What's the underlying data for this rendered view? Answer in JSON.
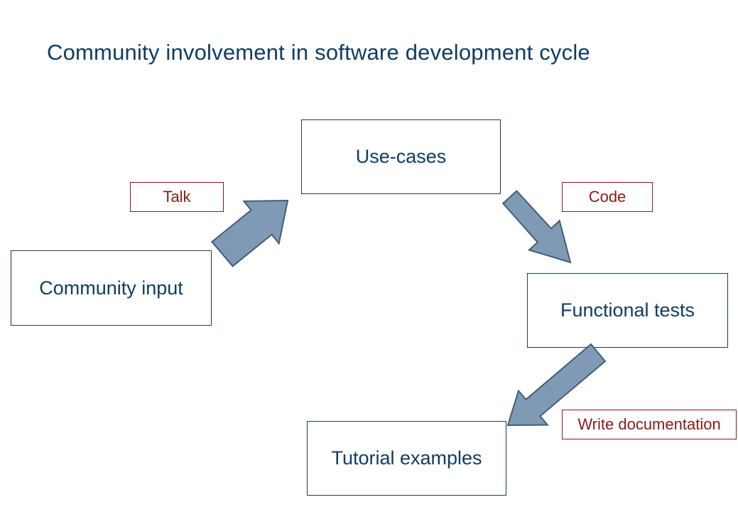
{
  "title": "Community involvement in software development cycle",
  "nodes": {
    "community_input": "Community input",
    "use_cases": "Use-cases",
    "functional_tests": "Functional tests",
    "tutorial_examples": "Tutorial examples"
  },
  "edges": [
    {
      "from": "Community input",
      "to": "Use-cases",
      "label": "Talk"
    },
    {
      "from": "Use-cases",
      "to": "Functional tests",
      "label": "Code"
    },
    {
      "from": "Functional tests",
      "to": "Tutorial examples",
      "label": "Write documentation"
    }
  ],
  "colors": {
    "title": "#0f3d63",
    "node_border": "#1f3a5a",
    "label": "#8b1a1a",
    "arrow_fill": "#7f9ab5"
  }
}
